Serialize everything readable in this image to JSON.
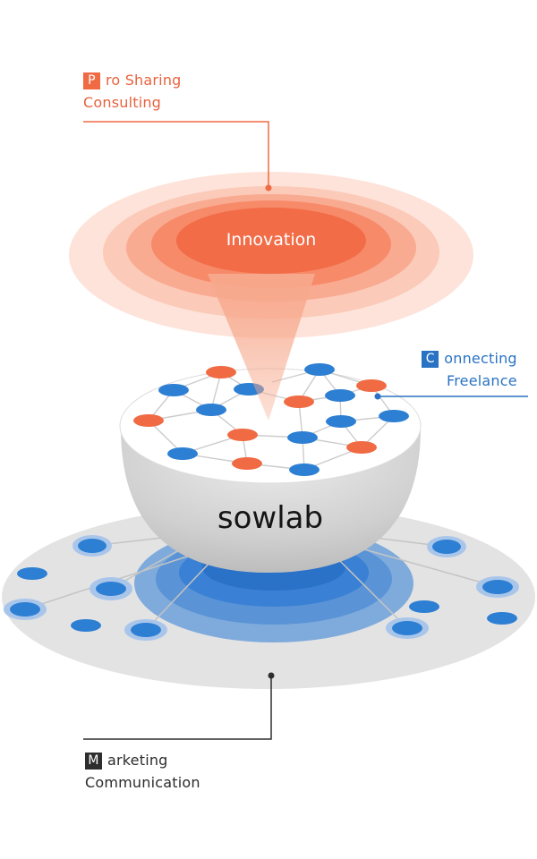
{
  "labels": {
    "pro_sharing": {
      "initial": "P",
      "line1_rest": "ro Sharing",
      "line2": "Consulting"
    },
    "connecting": {
      "initial": "C",
      "line1_rest": "onnecting",
      "line2": "Freelance"
    },
    "marketing": {
      "initial": "M",
      "line1_rest": "arketing",
      "line2": "Communication"
    }
  },
  "center_label": "Innovation",
  "brand": "sowlab",
  "colors": {
    "orange": "#f06a43",
    "blue": "#2a73c4",
    "node_blue": "#2d7fd3",
    "dark": "#2e2e2e",
    "gray": "#e4e4e4"
  }
}
